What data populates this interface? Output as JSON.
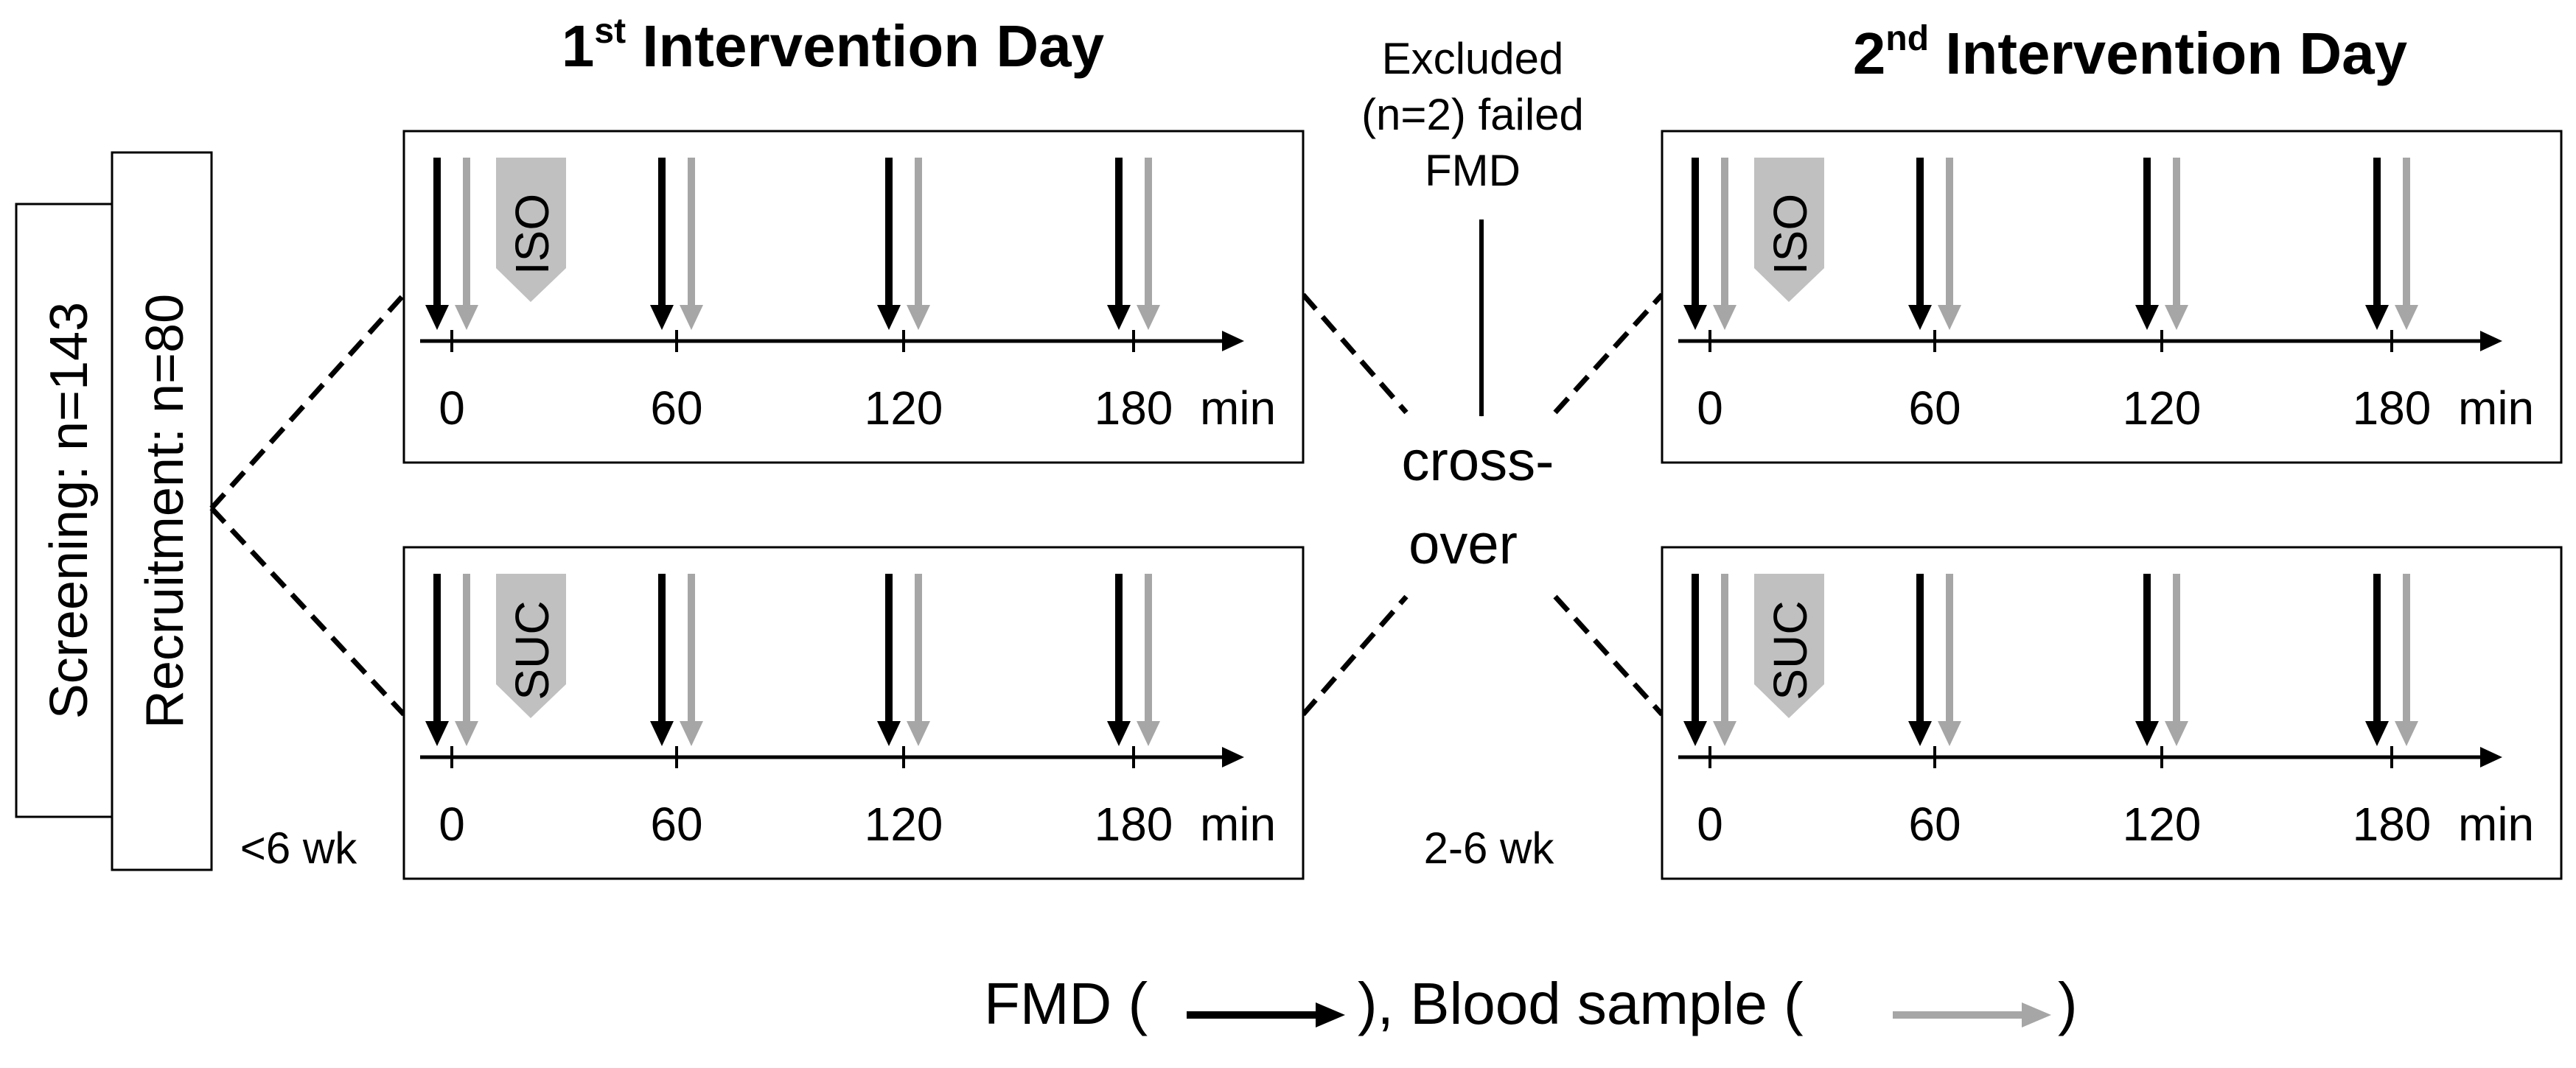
{
  "colors": {
    "fmd_arrow": "#000000",
    "blood_arrow": "#a6a6a6",
    "drink_fill": "#c0c0c0",
    "border": "#000000"
  },
  "headers": {
    "day1": {
      "ordinal": "1",
      "sup": "st",
      "rest": " Intervention Day"
    },
    "day2": {
      "ordinal": "2",
      "sup": "nd",
      "rest": " Intervention Day"
    }
  },
  "screening": "Screening: n=143",
  "recruitment": "Recruitment: n=80",
  "gap1": "<6 wk",
  "gap2": "2-6 wk",
  "excluded": [
    "Excluded",
    "(n=2) failed",
    "FMD"
  ],
  "crossover": [
    "cross-",
    "over"
  ],
  "panels": [
    {
      "drink": "ISO",
      "ticks": [
        "0",
        "60",
        "120",
        "180"
      ],
      "unit": "min"
    },
    {
      "drink": "SUC",
      "ticks": [
        "0",
        "60",
        "120",
        "180"
      ],
      "unit": "min"
    },
    {
      "drink": "ISO",
      "ticks": [
        "0",
        "60",
        "120",
        "180"
      ],
      "unit": "min"
    },
    {
      "drink": "SUC",
      "ticks": [
        "0",
        "60",
        "120",
        "180"
      ],
      "unit": "min"
    }
  ],
  "legend": {
    "fmd": "FMD (",
    "sep": "), Blood sample (",
    "end": ")"
  }
}
